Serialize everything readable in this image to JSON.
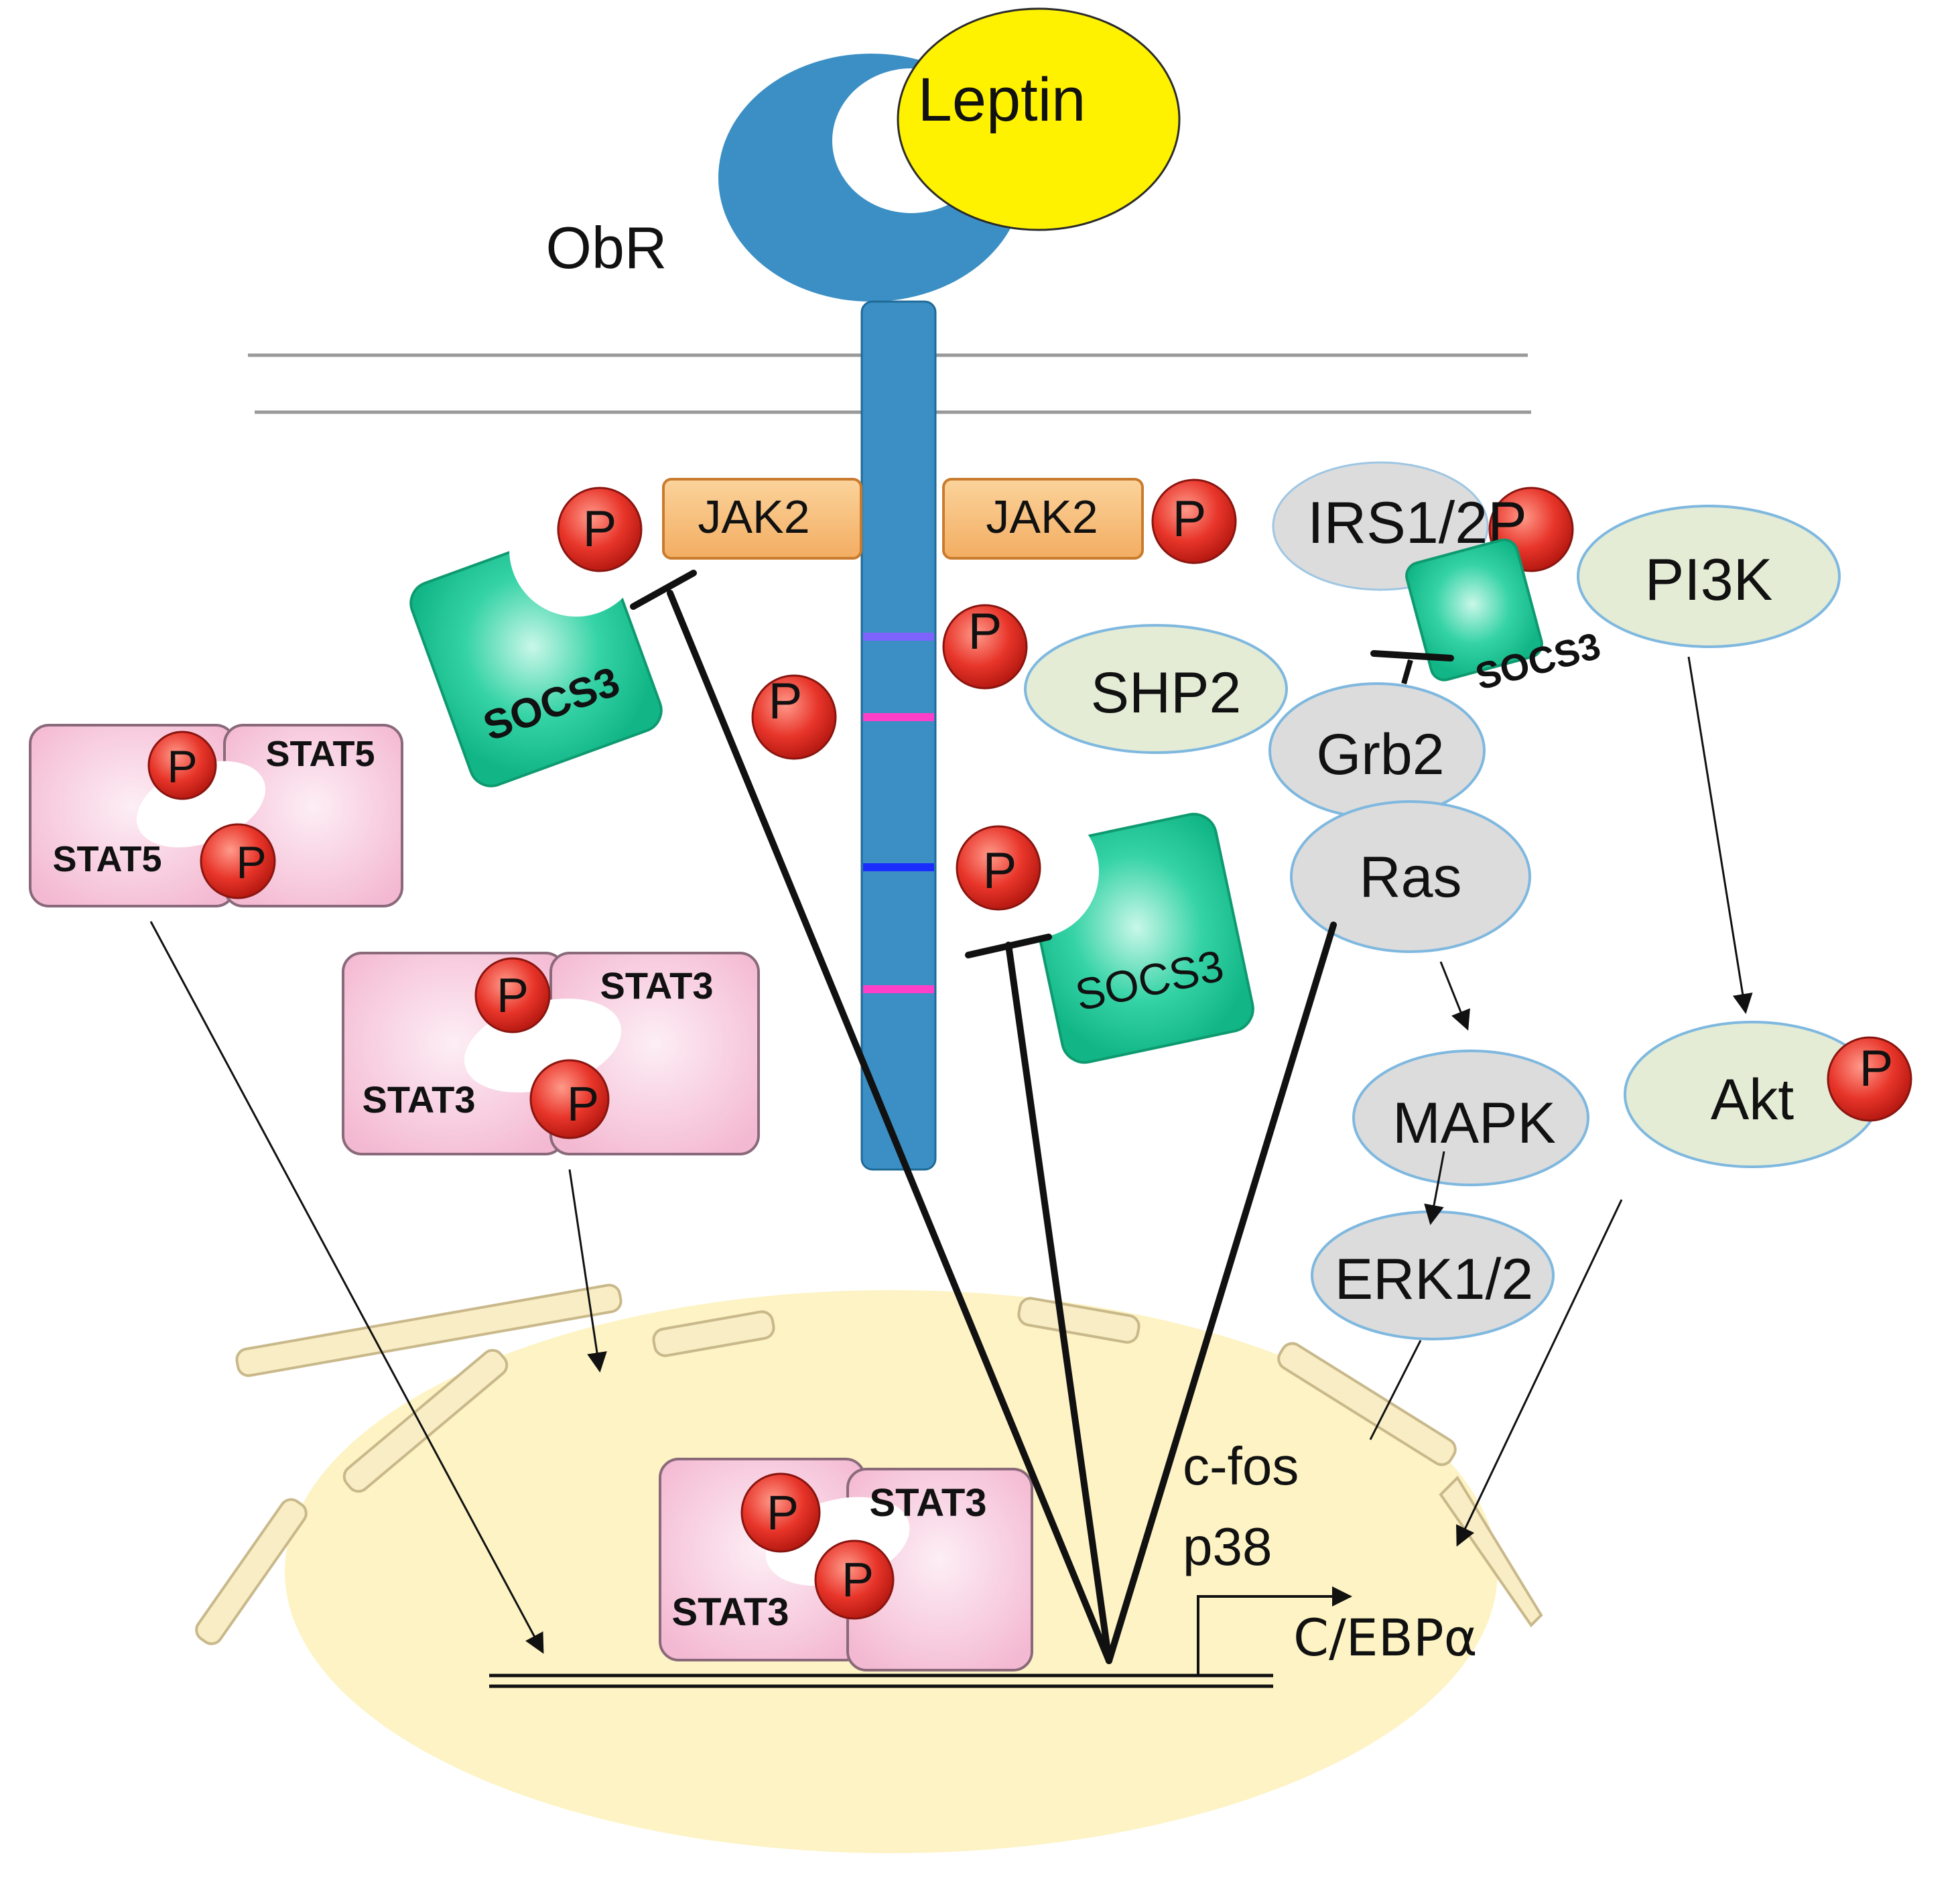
{
  "labels": {
    "leptin": "Leptin",
    "obr": "ObR",
    "jak2_left": "JAK2",
    "jak2_right": "JAK2",
    "irs": "IRS1/2P",
    "pi3k": "PI3K",
    "shp2": "SHP2",
    "grb2": "Grb2",
    "ras": "Ras",
    "mapk": "MAPK",
    "erk": "ERK1/2",
    "akt": "Akt",
    "socs3_top_left": "SOCS3",
    "socs3_top_right": "SOCS3",
    "socs3_middle": "SOCS3",
    "stat5_a": "STAT5",
    "stat5_b": "STAT5",
    "stat3_cyto_a": "STAT3",
    "stat3_cyto_b": "STAT3",
    "stat3_nuc_a": "STAT3",
    "stat3_nuc_b": "STAT3",
    "cfos": "c-fos",
    "p38": "p38",
    "cebpa": "C/EBPα",
    "phospho": "P"
  },
  "colors": {
    "receptor_blue": "#3b8fc4",
    "leptin_yellow": "#fff200",
    "jak_orange": "#f7c07c",
    "socs_green": "#1ec89a",
    "stat_pink": "#f7c9dc",
    "phospho_red": "#e8352a",
    "gray_oval": "#dcdcdc",
    "green_oval": "#e4ecd6",
    "nucleus_yellow": "#fdf3c4",
    "pore_beige": "#f8edc4"
  }
}
